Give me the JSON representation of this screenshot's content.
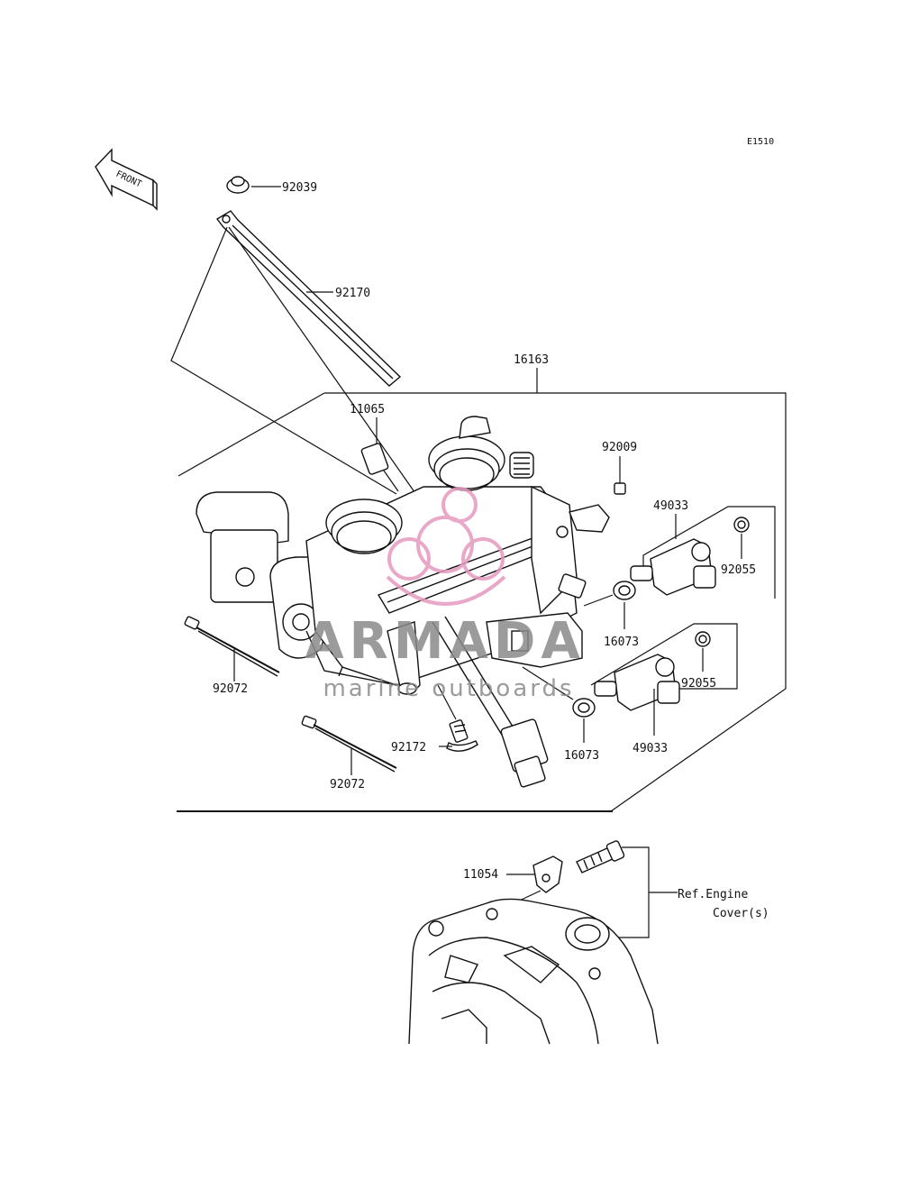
{
  "diagram_code": "E1510",
  "front_label": "FRONT",
  "parts": {
    "p92039": "92039",
    "p92170": "92170",
    "p16163": "16163",
    "p11065": "11065",
    "p92009": "92009",
    "p49033_top": "49033",
    "p92055_top": "92055",
    "p16073_top": "16073",
    "p92055_bot": "92055",
    "p16073_bot": "16073",
    "p49033_bot": "49033",
    "p92072_left": "92072",
    "p92172": "92172",
    "p92072_bottom": "92072",
    "p11054": "11054"
  },
  "reference": {
    "line1": "Ref.Engine",
    "line2": "Cover(s)"
  },
  "watermark": {
    "brand": "ARMADA",
    "tagline": "marine outboards",
    "accent_color": "#e79ac0",
    "text_color": "#8a8a8a"
  }
}
